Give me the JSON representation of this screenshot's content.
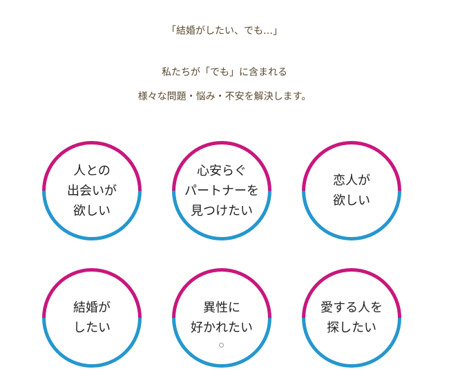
{
  "header": {
    "line1": "「結婚がしたい、でも…」",
    "line2": "私たちが「でも」に含まれる",
    "line3": "様々な問題・悩み・不安を解決します。"
  },
  "colors": {
    "top_arc": "#c8177c",
    "bottom_arc": "#2597cf"
  },
  "circles": [
    {
      "lines": [
        "人との",
        "出会いが",
        "欲しい"
      ]
    },
    {
      "lines": [
        "心安らぐ",
        "パートナーを",
        "見つけたい"
      ]
    },
    {
      "lines": [
        "恋人が",
        "欲しい"
      ]
    },
    {
      "lines": [
        "結婚が",
        "したい"
      ]
    },
    {
      "lines": [
        "異性に",
        "好かれたい"
      ]
    },
    {
      "lines": [
        "愛する人を",
        "探したい"
      ]
    }
  ]
}
